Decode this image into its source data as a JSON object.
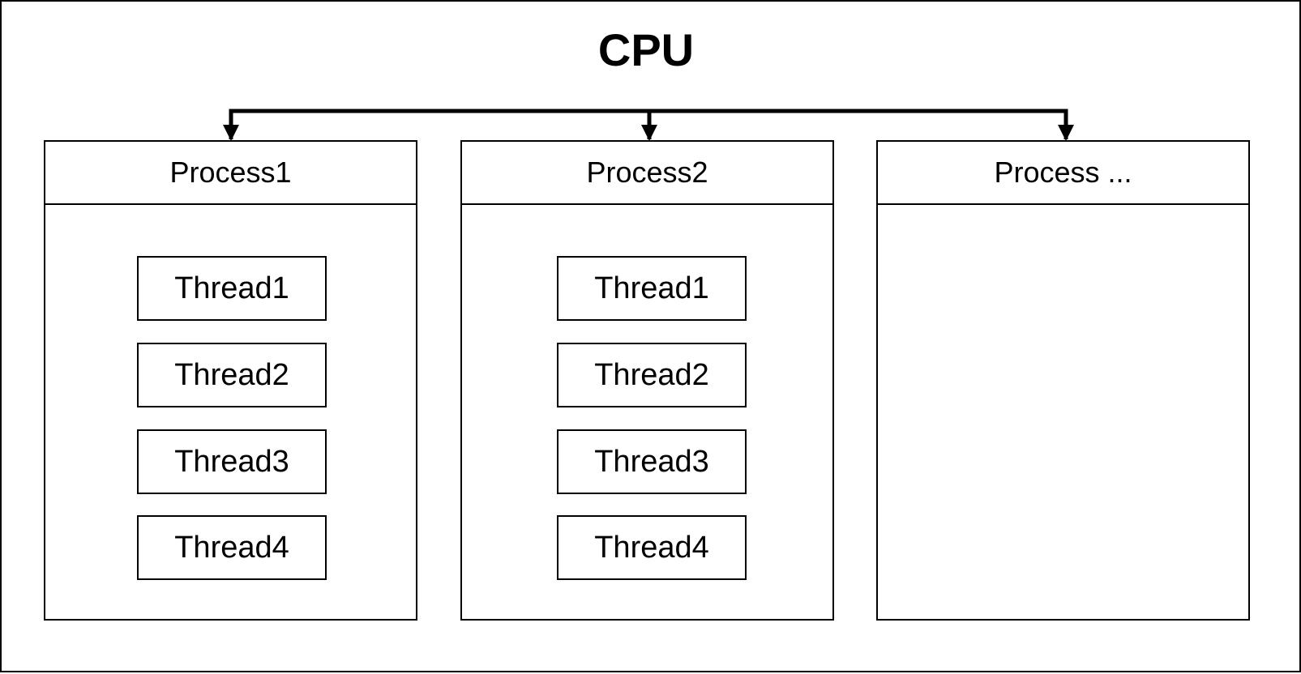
{
  "diagram": {
    "title": "CPU",
    "processes": [
      {
        "label": "Process1",
        "threads": [
          "Thread1",
          "Thread2",
          "Thread3",
          "Thread4"
        ]
      },
      {
        "label": "Process2",
        "threads": [
          "Thread1",
          "Thread2",
          "Thread3",
          "Thread4"
        ]
      },
      {
        "label": "Process ...",
        "threads": []
      }
    ],
    "colors": {
      "line": "#000000",
      "background": "#ffffff"
    }
  }
}
